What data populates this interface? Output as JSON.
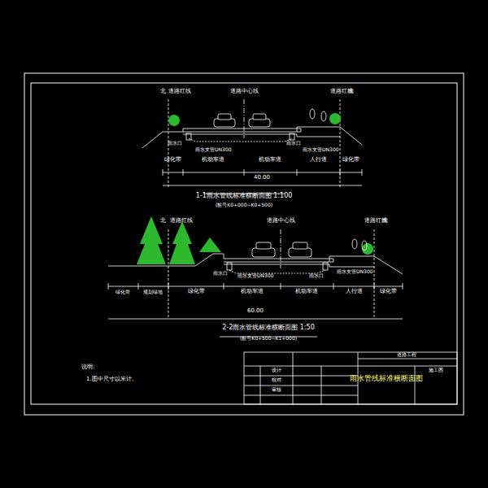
{
  "diagram": {
    "labels": [
      "北",
      "道路红线",
      "道路中心线",
      "道路红线",
      "南",
      "雨水口",
      "雨水支管DN300",
      "雨水口",
      "雨水支管DN300",
      "绿化带",
      "机动车道",
      "机动车道",
      "人行道",
      "绿化带",
      "40.00",
      "1-1雨水管线标准横断面图 1:100",
      "(桩号K0+000~K0+500)",
      "北",
      "道路红线",
      "道路中心线",
      "道路红线",
      "南",
      "雨水口",
      "雨水支管DN300",
      "雨水口",
      "雨水支管DN300",
      "绿化带",
      "规划绿地",
      "绿化带",
      "机动车道",
      "机动车道",
      "人行道",
      "绿化带",
      "60.00",
      "2-2雨水管线标准横断面图 1:50",
      "(桩号K0+500~K1+000)",
      "说明:",
      "1.图中尺寸以米计。",
      "雨水管线标准横断面图",
      "道路工程",
      "设计",
      "校对",
      "审核",
      "施工图"
    ]
  }
}
